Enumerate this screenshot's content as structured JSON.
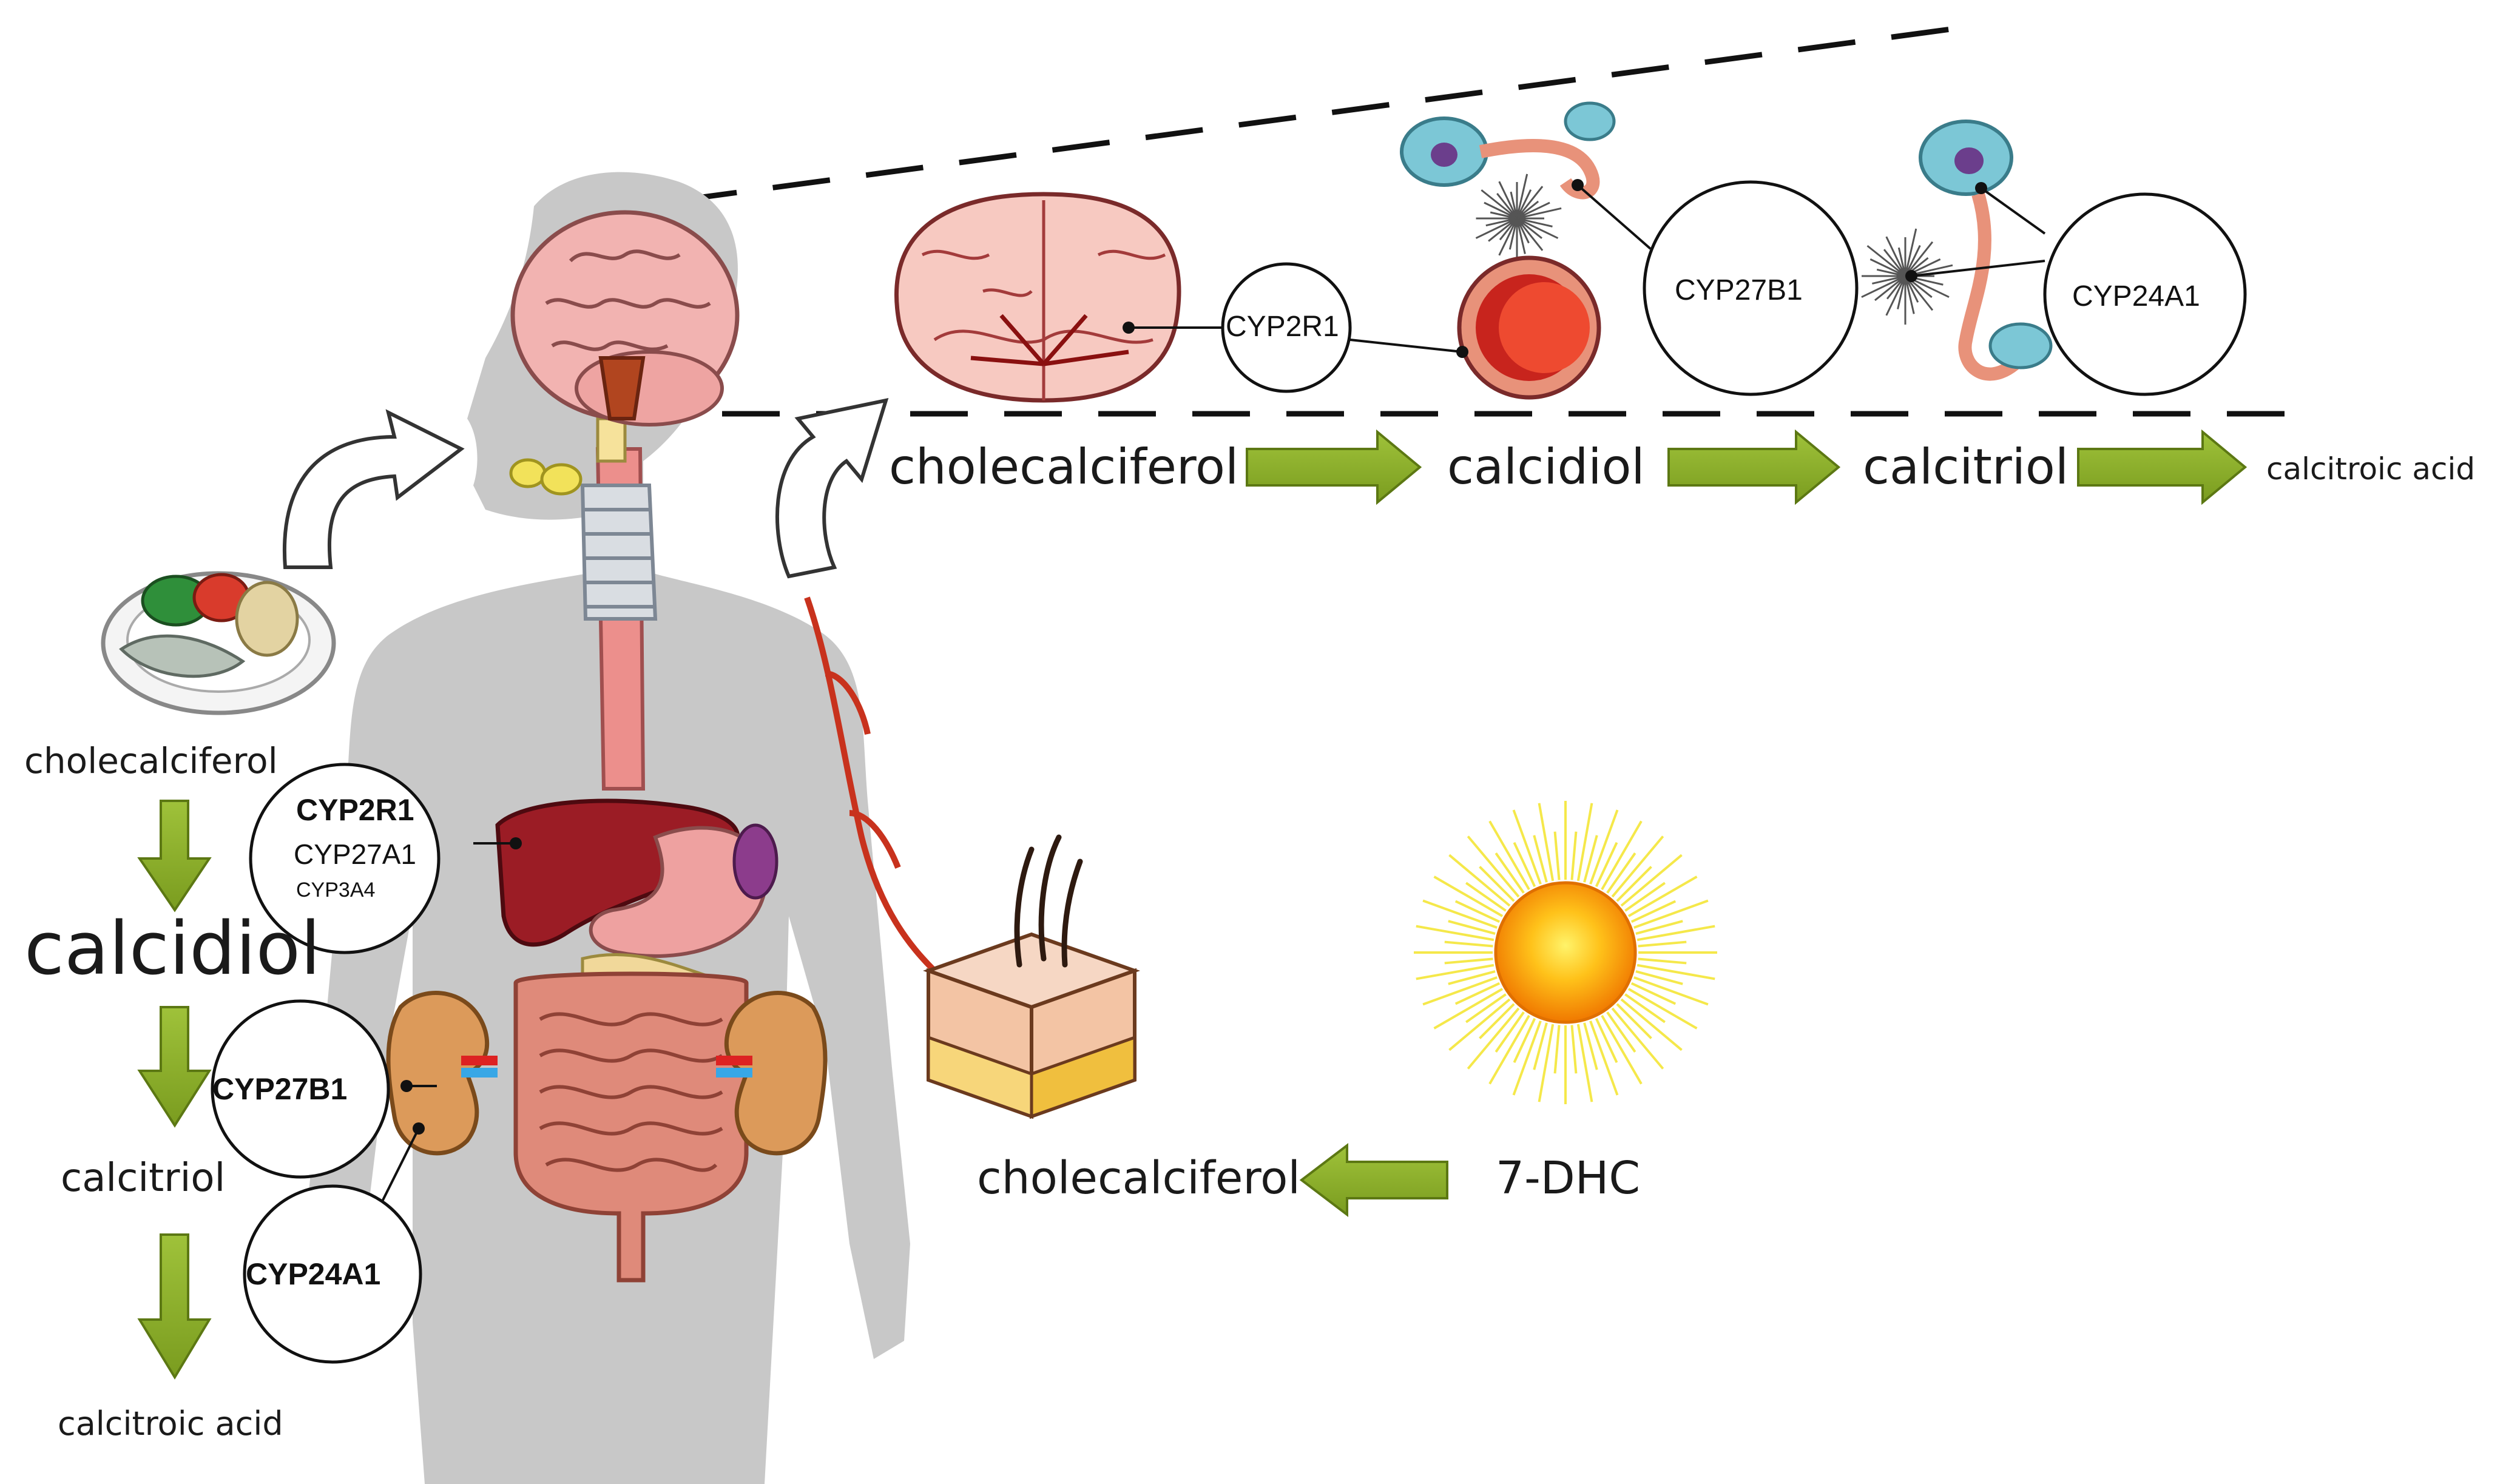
{
  "colors": {
    "arrow": "#8db12a",
    "silhouette": "#c8c8c8",
    "sun_core": "#f7b000",
    "skin_dermis": "#f3c4a4",
    "liver": "#9b1c25",
    "kidney": "#dc9a5a",
    "intestine": "#df8a7a",
    "esophagus": "#ec8f8c",
    "brain": "#f2b3b1",
    "neuron": "#7cc7d6",
    "vessel": "#c8321d"
  },
  "diet_pathway": {
    "start": "cholecalciferol",
    "middle": "calcidiol",
    "product": "calcitriol",
    "end": "calcitroic acid"
  },
  "liver_enzymes": {
    "primary": "CYP2R1",
    "secondary": "CYP27A1",
    "tertiary": "CYP3A4"
  },
  "kidney_enzymes": {
    "activating": "CYP27B1",
    "catabolic": "CYP24A1"
  },
  "brain_pathway": {
    "step1": "cholecalciferol",
    "step2": "calcidiol",
    "step3": "calcitriol",
    "step4": "calcitroic acid",
    "enzymes": [
      "CYP2R1",
      "CYP27B1",
      "CYP24A1"
    ]
  },
  "skin_pathway": {
    "precursor": "7-DHC",
    "product": "cholecalciferol"
  },
  "icons": [
    "food-plate-icon",
    "brain-icon",
    "neuron-icon",
    "astrocyte-icon",
    "blood-vessel-icon",
    "skin-icon",
    "sun-icon",
    "liver-icon",
    "kidney-icon",
    "intestine-icon"
  ]
}
